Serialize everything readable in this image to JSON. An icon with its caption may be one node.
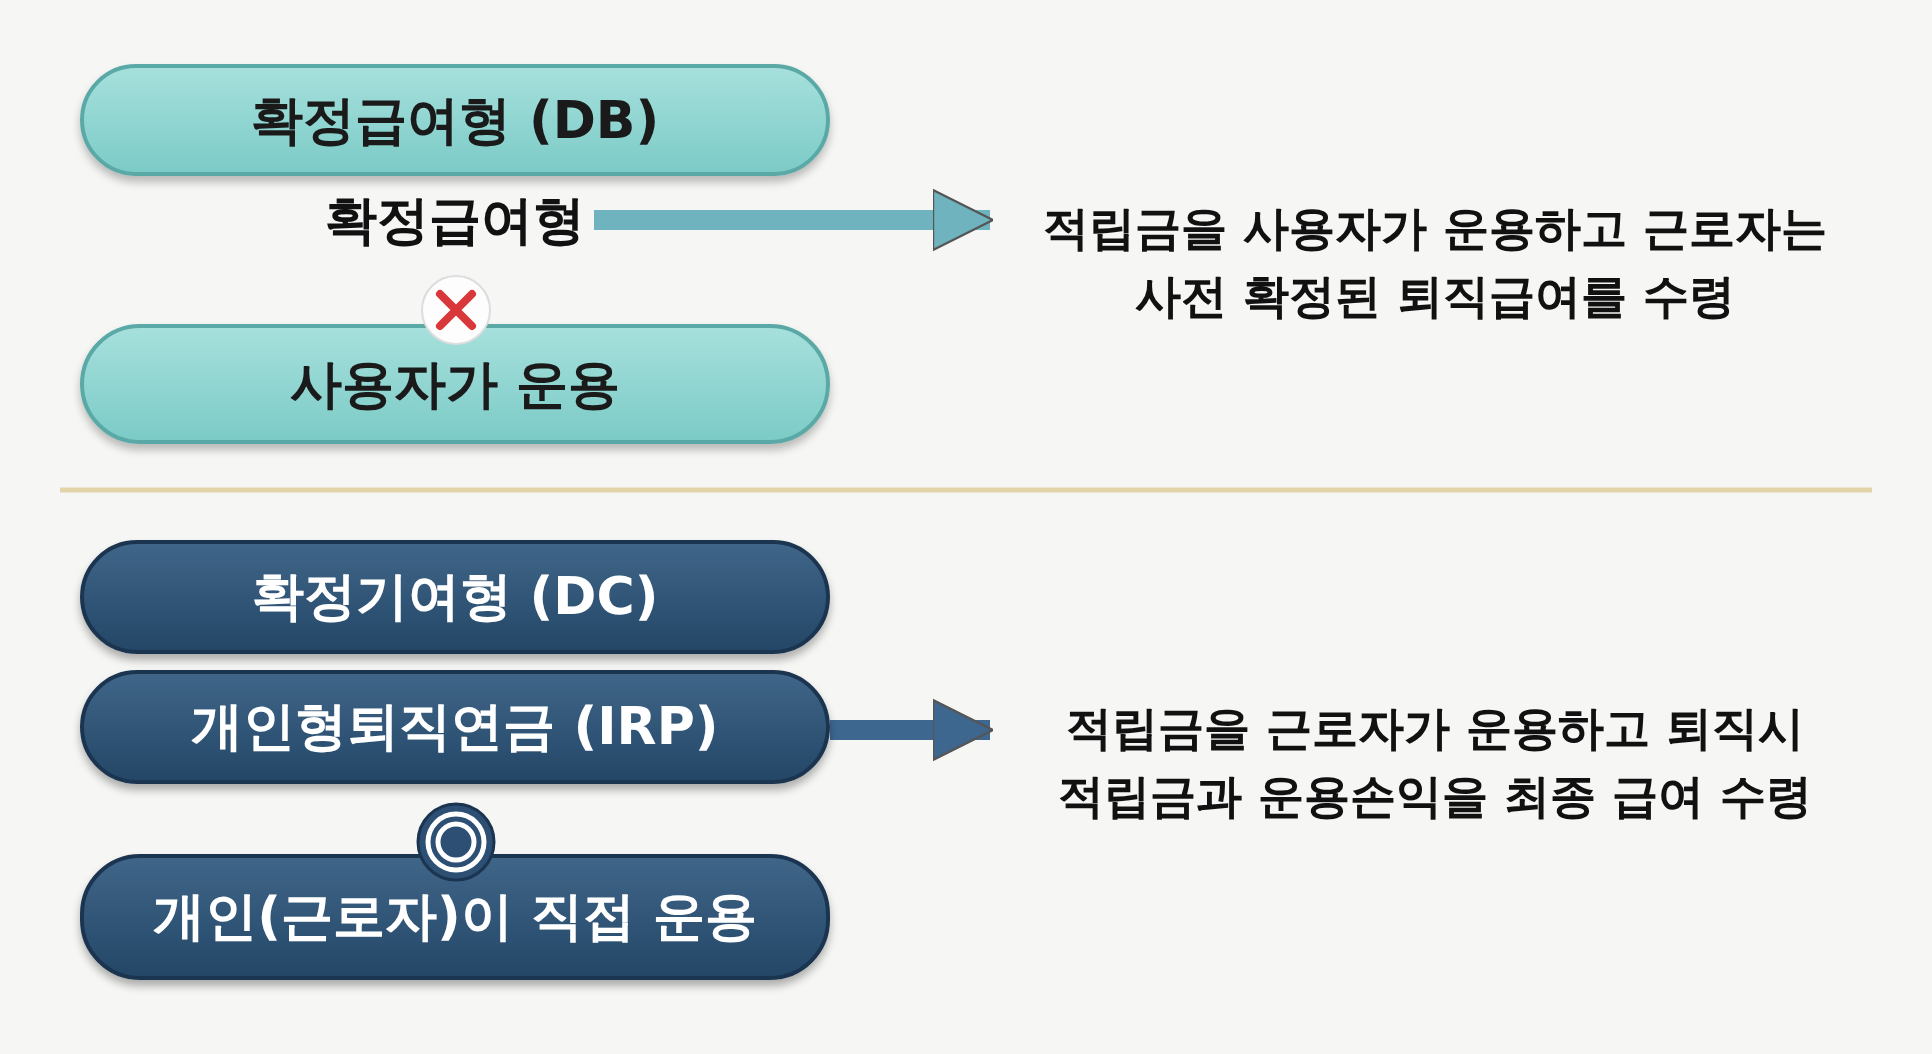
{
  "diagram": {
    "nodes": [
      {
        "text": [
          "확정급여형 (DB)"
        ]
      },
      {
        "text": [
          "확정급여형"
        ]
      },
      {
        "text": [
          "사용자가 운용"
        ]
      },
      {
        "text": [
          "적립금을 사용자가 운용하고 근로자는 사전 확정된 퇴직급여를 수령"
        ]
      },
      {
        "text": [
          "확정기여형 (DC)"
        ]
      },
      {
        "text": [
          "개인형퇴직연금 (IRP)"
        ]
      },
      {
        "text": [
          "개인(근로자)이 직접 운용"
        ]
      },
      {
        "text": [
          "적립금을 근로자가 운용하고 퇴직시 적립금과 운용손익을 최종 급여 수령"
        ]
      }
    ],
    "edges": [
      {
        "from": 1,
        "to": 3,
        "arrow": "to",
        "color": "#6fb3bf"
      },
      {
        "from": 5,
        "to": 7,
        "arrow": "to",
        "color": "#3e6790"
      }
    ]
  }
}
